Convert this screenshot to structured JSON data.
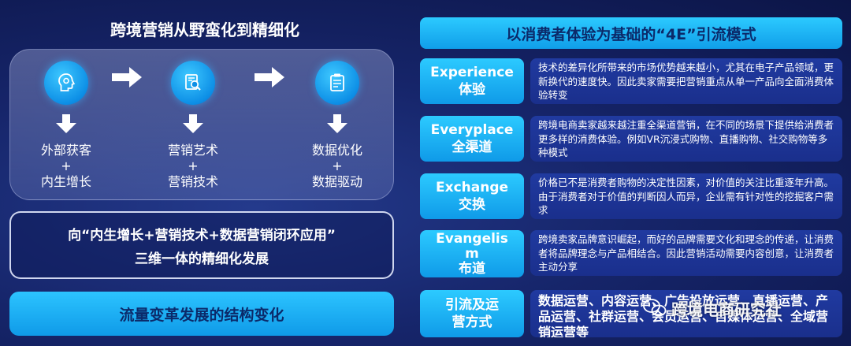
{
  "left": {
    "title": "跨境营销从野蛮化到精细化",
    "steps": [
      {
        "icon": "head-gear-icon",
        "line1": "外部获客",
        "plus": "+",
        "line2": "内生增长"
      },
      {
        "icon": "magnifier-document-icon",
        "line1": "营销艺术",
        "plus": "+",
        "line2": "营销技术"
      },
      {
        "icon": "data-clipboard-icon",
        "line1": "数据优化",
        "plus": "+",
        "line2": "数据驱动"
      }
    ],
    "strategy": {
      "line1": "向“内生增长+营销技术+数据营销闭环应用”",
      "line2": "三维一体的精细化发展"
    },
    "flow_bar": "流量变革发展的结构变化"
  },
  "right": {
    "title": "以消费者体验为基础的“4E”引流模式",
    "rows": [
      {
        "en": "Experience",
        "cn": "体验",
        "desc": "技术的差异化所带来的市场优势越来越小，尤其在电子产品领域，更新换代的速度快。因此卖家需要把营销重点从单一产品向全面消费体验转变"
      },
      {
        "en": "Everyplace",
        "cn": "全渠道",
        "desc": "跨境电商卖家越来越注重全渠道营销，在不同的场景下提供给消费者更多样的消费体验。例如VR沉浸式购物、直播购物、社交购物等多种模式"
      },
      {
        "en": "Exchange",
        "cn": "交换",
        "desc": "价格已不是消费者购物的决定性因素，对价值的关注比重逐年升高。由于消费者对于价值的判断因人而异，企业需有针对性的挖掘客户需求"
      },
      {
        "en": "Evangelis",
        "en2": "m",
        "cn": "布道",
        "desc": "跨境卖家品牌意识崛起，而好的品牌需要文化和理念的传递，让消费者将品牌理念与产品相结合。因此营销活动需要内容创意，让消费者主动分享"
      },
      {
        "en": "引流及运",
        "cn": "营方式",
        "desc": "数据运营、内容运营、广告投放运营、直播运营、产品运营、社群运营、会员运营、自媒体运营、全域营销运营等"
      }
    ],
    "watermark": "跨境电商研究社"
  },
  "colors": {
    "accent": "#1aaaf0",
    "panel": "#1f36a0",
    "background": "#16256a"
  }
}
